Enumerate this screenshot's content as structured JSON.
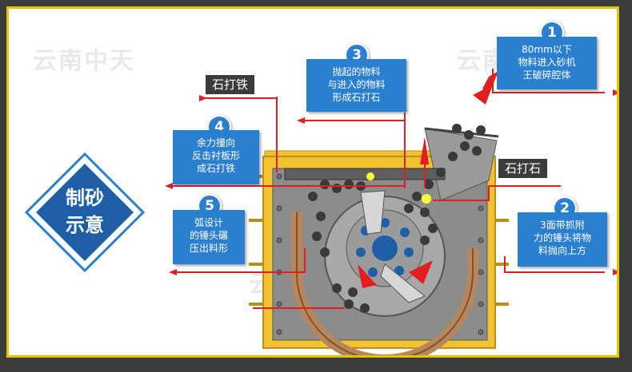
{
  "watermark": {
    "text": "云南中天"
  },
  "title": {
    "line1": "制砂",
    "line2": "示意"
  },
  "callouts": [
    {
      "num": "1",
      "lines": [
        "80mm以下",
        "物料进入砂机",
        "王破碎腔体"
      ]
    },
    {
      "num": "2",
      "lines": [
        "3面带抓附",
        "力的锤头将物",
        "料抛向上方"
      ]
    },
    {
      "num": "3",
      "lines": [
        "抛起的物料",
        "与进入的物料",
        "形成石打石"
      ]
    },
    {
      "num": "4",
      "lines": [
        "余力撞向",
        "反击衬板形",
        "成石打铁"
      ]
    },
    {
      "num": "5",
      "lines": [
        "弧设计",
        "的锤头碾",
        "压出料形"
      ]
    }
  ],
  "labels": {
    "stone_iron": "石打铁",
    "stone_stone": "石打石"
  },
  "colors": {
    "accent": "#2a7fcf",
    "frame": "#e6c300",
    "arrow": "#e02020",
    "machine": "#f2c230"
  }
}
